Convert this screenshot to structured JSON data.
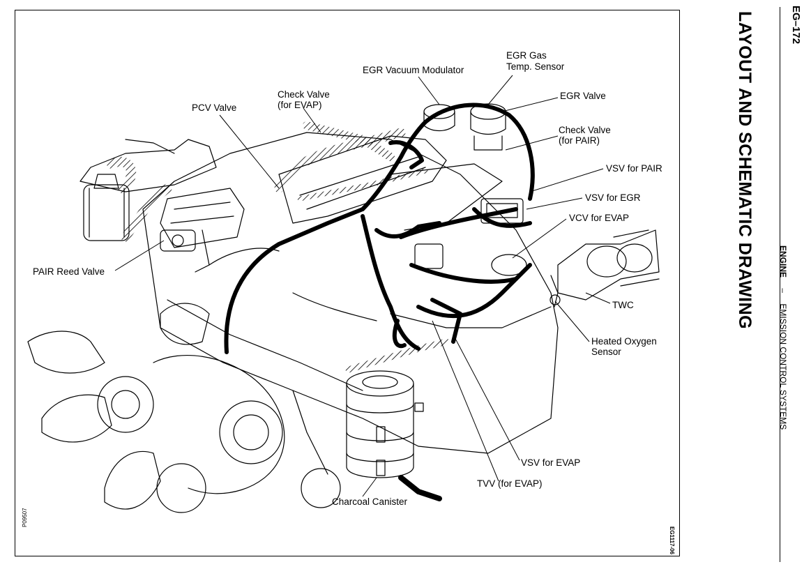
{
  "header": {
    "page_number": "EG–172",
    "title": "LAYOUT AND SCHEMATIC DRAWING",
    "section_prefix": "ENGINE",
    "section_separator": "–",
    "section_name": "EMISSION CONTROL SYSTEMS"
  },
  "figure": {
    "code_left": "P09507",
    "code_right": "EG1117-06"
  },
  "labels": {
    "egr_vacuum_modulator": "EGR Vacuum Modulator",
    "egr_gas_temp_sensor_1": "EGR Gas",
    "egr_gas_temp_sensor_2": "Temp. Sensor",
    "egr_valve": "EGR Valve",
    "check_valve_evap_1": "Check Valve",
    "check_valve_evap_2": "(for EVAP)",
    "pcv_valve": "PCV Valve",
    "check_valve_pair_1": "Check Valve",
    "check_valve_pair_2": "(for PAIR)",
    "vsv_pair": "VSV for PAIR",
    "vsv_egr": "VSV for EGR",
    "vcv_evap": "VCV for EVAP",
    "pair_reed_valve": "PAIR Reed Valve",
    "twc": "TWC",
    "heated_o2_1": "Heated Oxygen",
    "heated_o2_2": "Sensor",
    "vsv_evap": "VSV for EVAP",
    "tvv_evap": "TVV (for EVAP)",
    "charcoal_canister": "Charcoal Canister"
  }
}
